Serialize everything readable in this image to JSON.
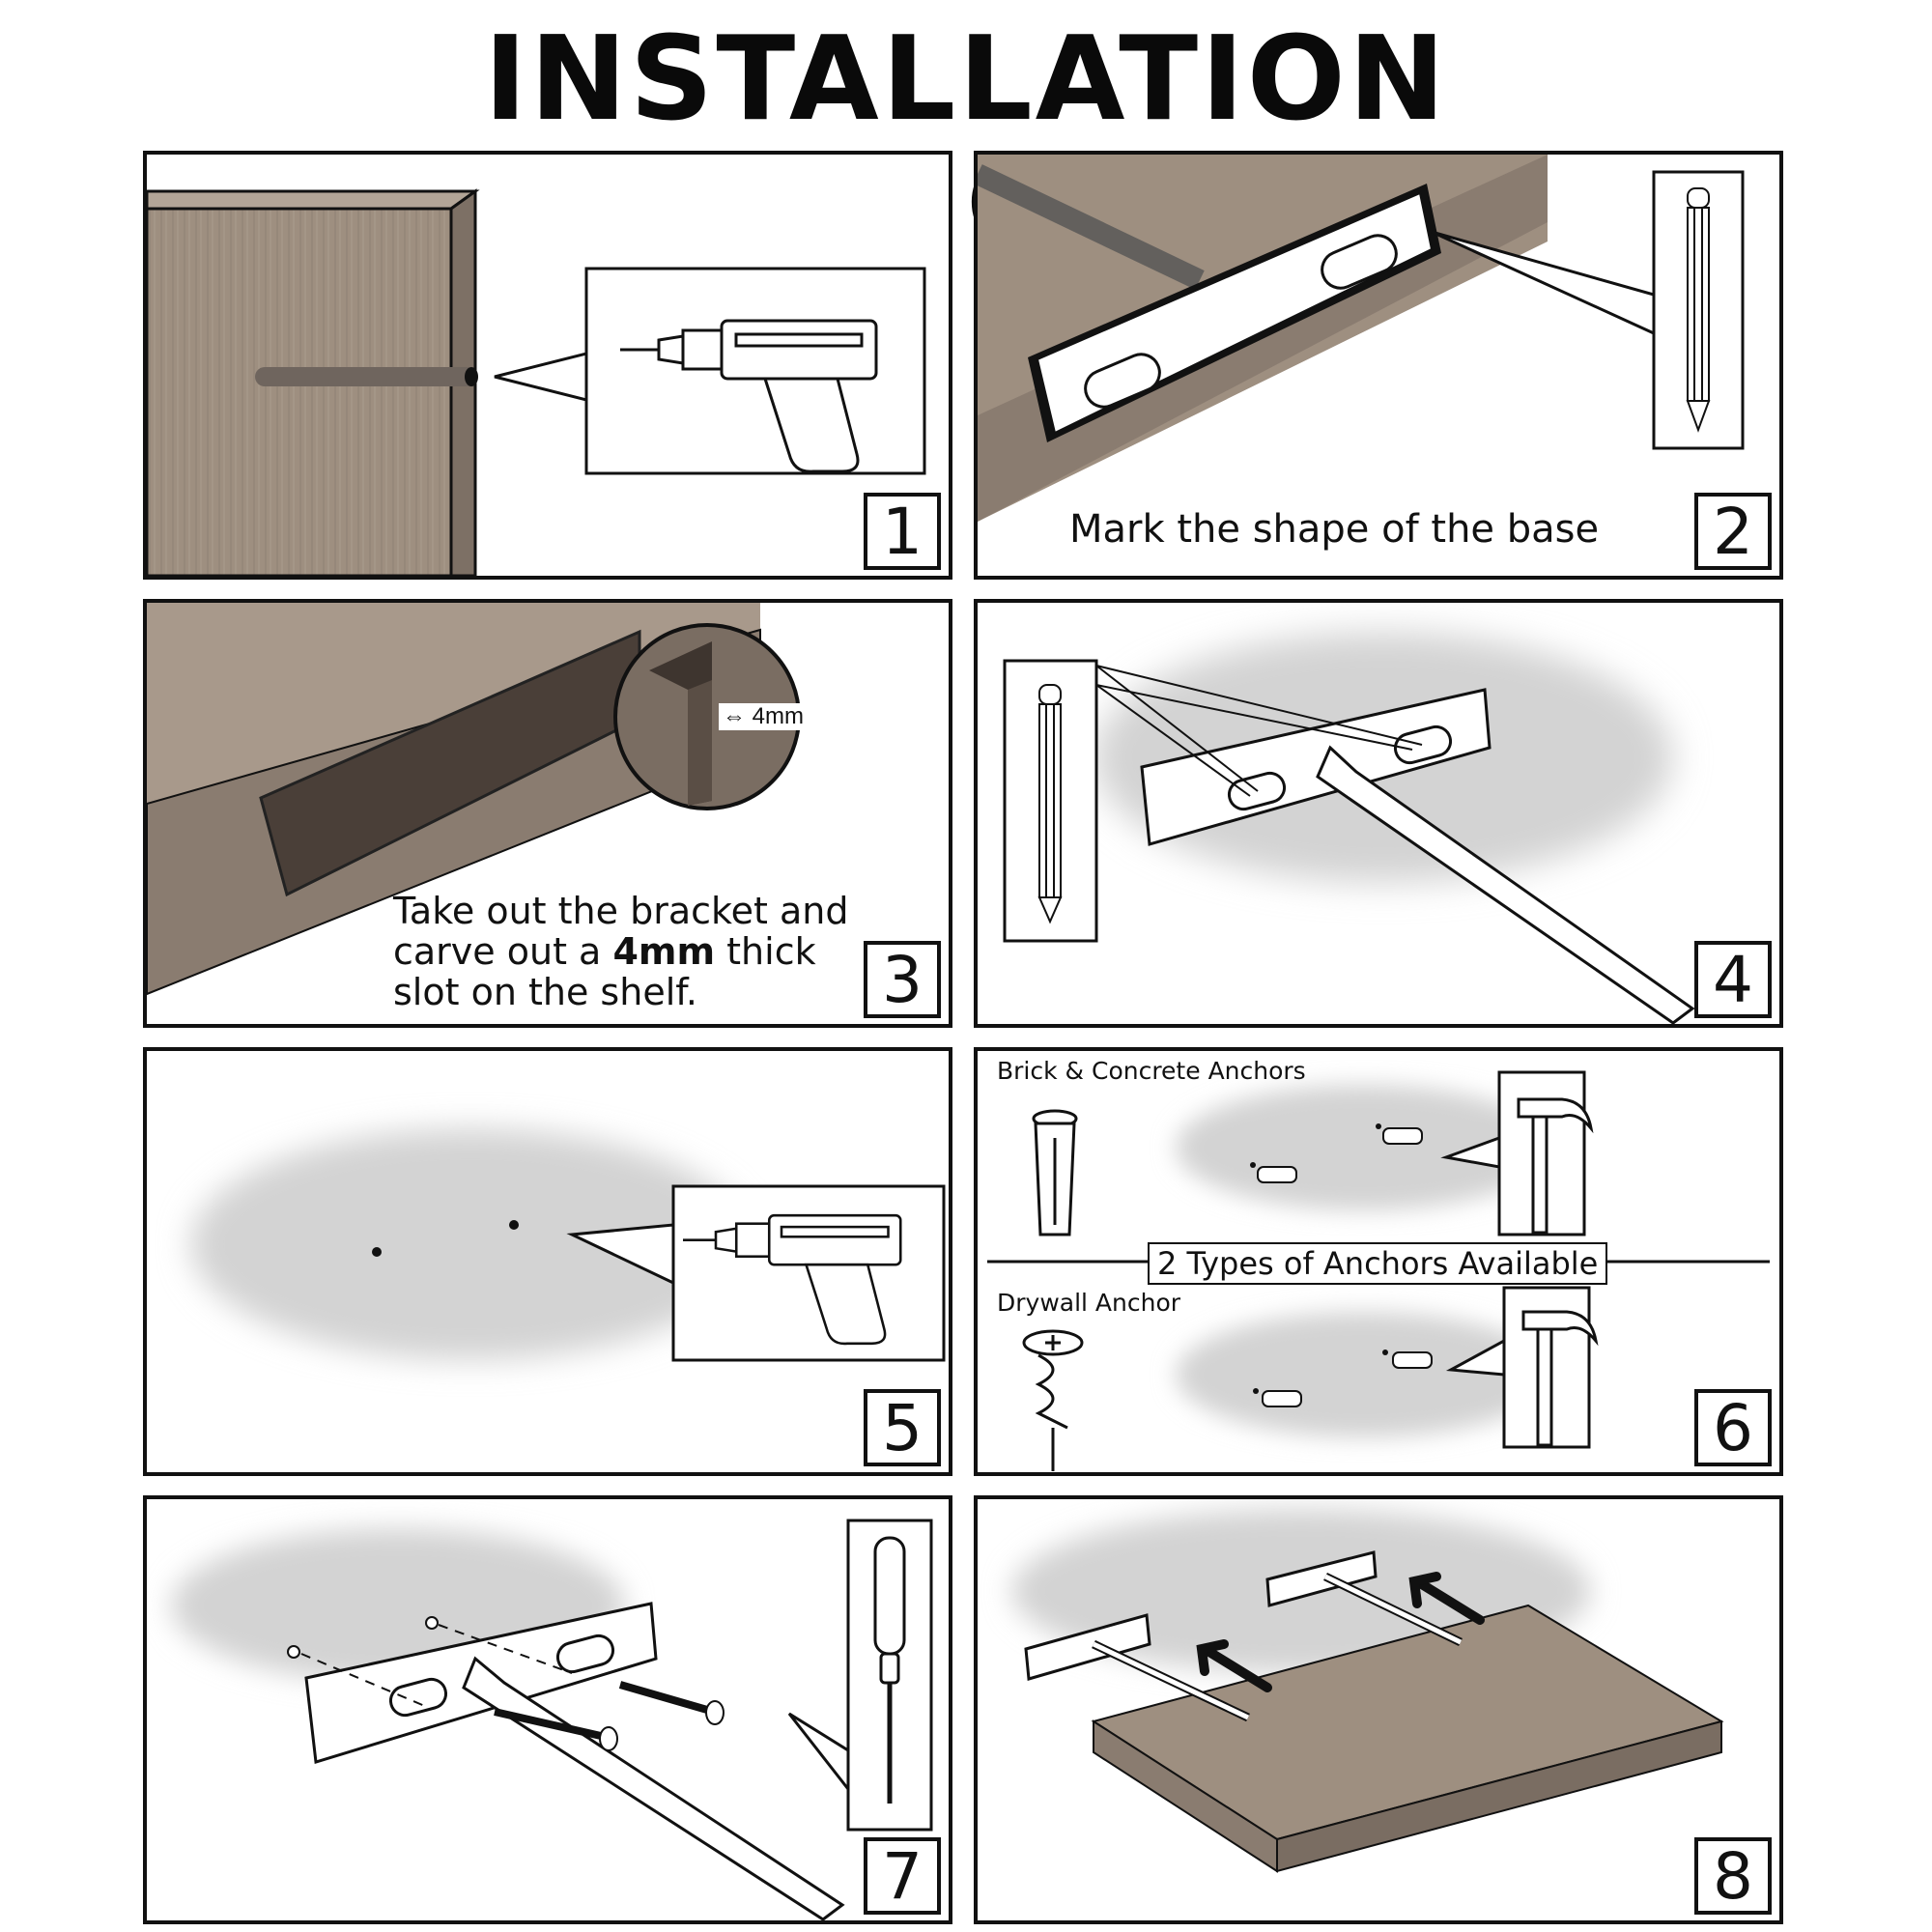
{
  "title": "INSTALLATION  INSTRUCTIONS",
  "steps": [
    {
      "number": "1",
      "caption": ""
    },
    {
      "number": "2",
      "caption": "Mark the shape of the base"
    },
    {
      "number": "3",
      "caption_line1": "Take out the bracket and",
      "caption_line2_pre": "carve out a ",
      "caption_line2_bold": "4mm",
      "caption_line2_post": " thick",
      "caption_line3": "slot on the shelf.",
      "detail_label": "4mm"
    },
    {
      "number": "4",
      "caption": ""
    },
    {
      "number": "5",
      "caption": ""
    },
    {
      "number": "6",
      "label_top": "Brick & Concrete Anchors",
      "label_divider": "2 Types of Anchors Available",
      "label_bottom": "Drywall Anchor"
    },
    {
      "number": "7",
      "caption": ""
    },
    {
      "number": "8",
      "caption": ""
    }
  ],
  "colors": {
    "wood": "#9e8f80",
    "wood_dark": "#6e6258",
    "wall_shadow": "#d3d3d3",
    "line": "#111111"
  },
  "icons": [
    "drill-icon",
    "pencil-icon",
    "hammer-icon",
    "screwdriver-icon",
    "anchor-icon",
    "screw-icon",
    "arrow-icon"
  ]
}
